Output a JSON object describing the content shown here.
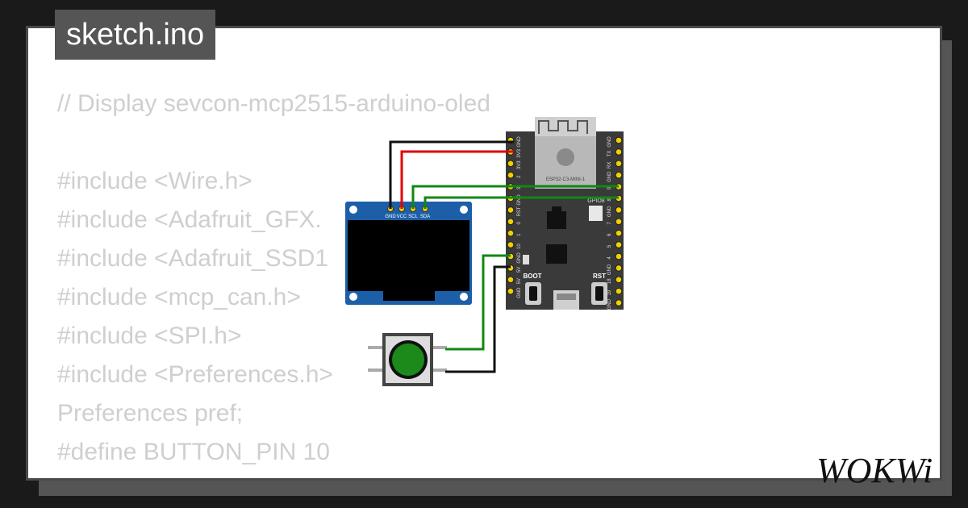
{
  "tab": {
    "filename": "sketch.ino"
  },
  "code_lines": [
    "// Display sevcon-mcp2515-arduino-oled",
    "",
    "#include <Wire.h>",
    "#include <Adafruit_GFX.",
    "#include <Adafruit_SSD1",
    "#include <mcp_can.h>",
    "#include <SPI.h>",
    "#include <Preferences.h>",
    "Preferences pref;",
    "#define BUTTON_PIN 10"
  ],
  "oled": {
    "pin_labels": [
      "GND",
      "VCC",
      "SCL",
      "SDA"
    ]
  },
  "esp32": {
    "module_label": "ESP32-C3-MINI-1",
    "left_pins": [
      "GND",
      "3V3",
      "3V3",
      "2",
      "3",
      "GND",
      "RST",
      "0",
      "1",
      "10",
      "GND",
      "5V",
      "5V",
      "GND"
    ],
    "right_pins": [
      "GND",
      "TX",
      "RX",
      "GND",
      "9",
      "8",
      "GND",
      "7",
      "6",
      "5",
      "4",
      "GND",
      "18",
      "19",
      "GND"
    ],
    "led_label": "GPIO8",
    "boot_label": "BOOT",
    "rst_label": "RST"
  },
  "colors": {
    "wire_black": "#111111",
    "wire_red": "#e00000",
    "wire_green": "#118811",
    "oled_board": "#1c5fa8",
    "esp_board": "#3a3a3a",
    "button_cap": "#1b8a1b"
  },
  "logo": {
    "text": "WOKWi"
  }
}
